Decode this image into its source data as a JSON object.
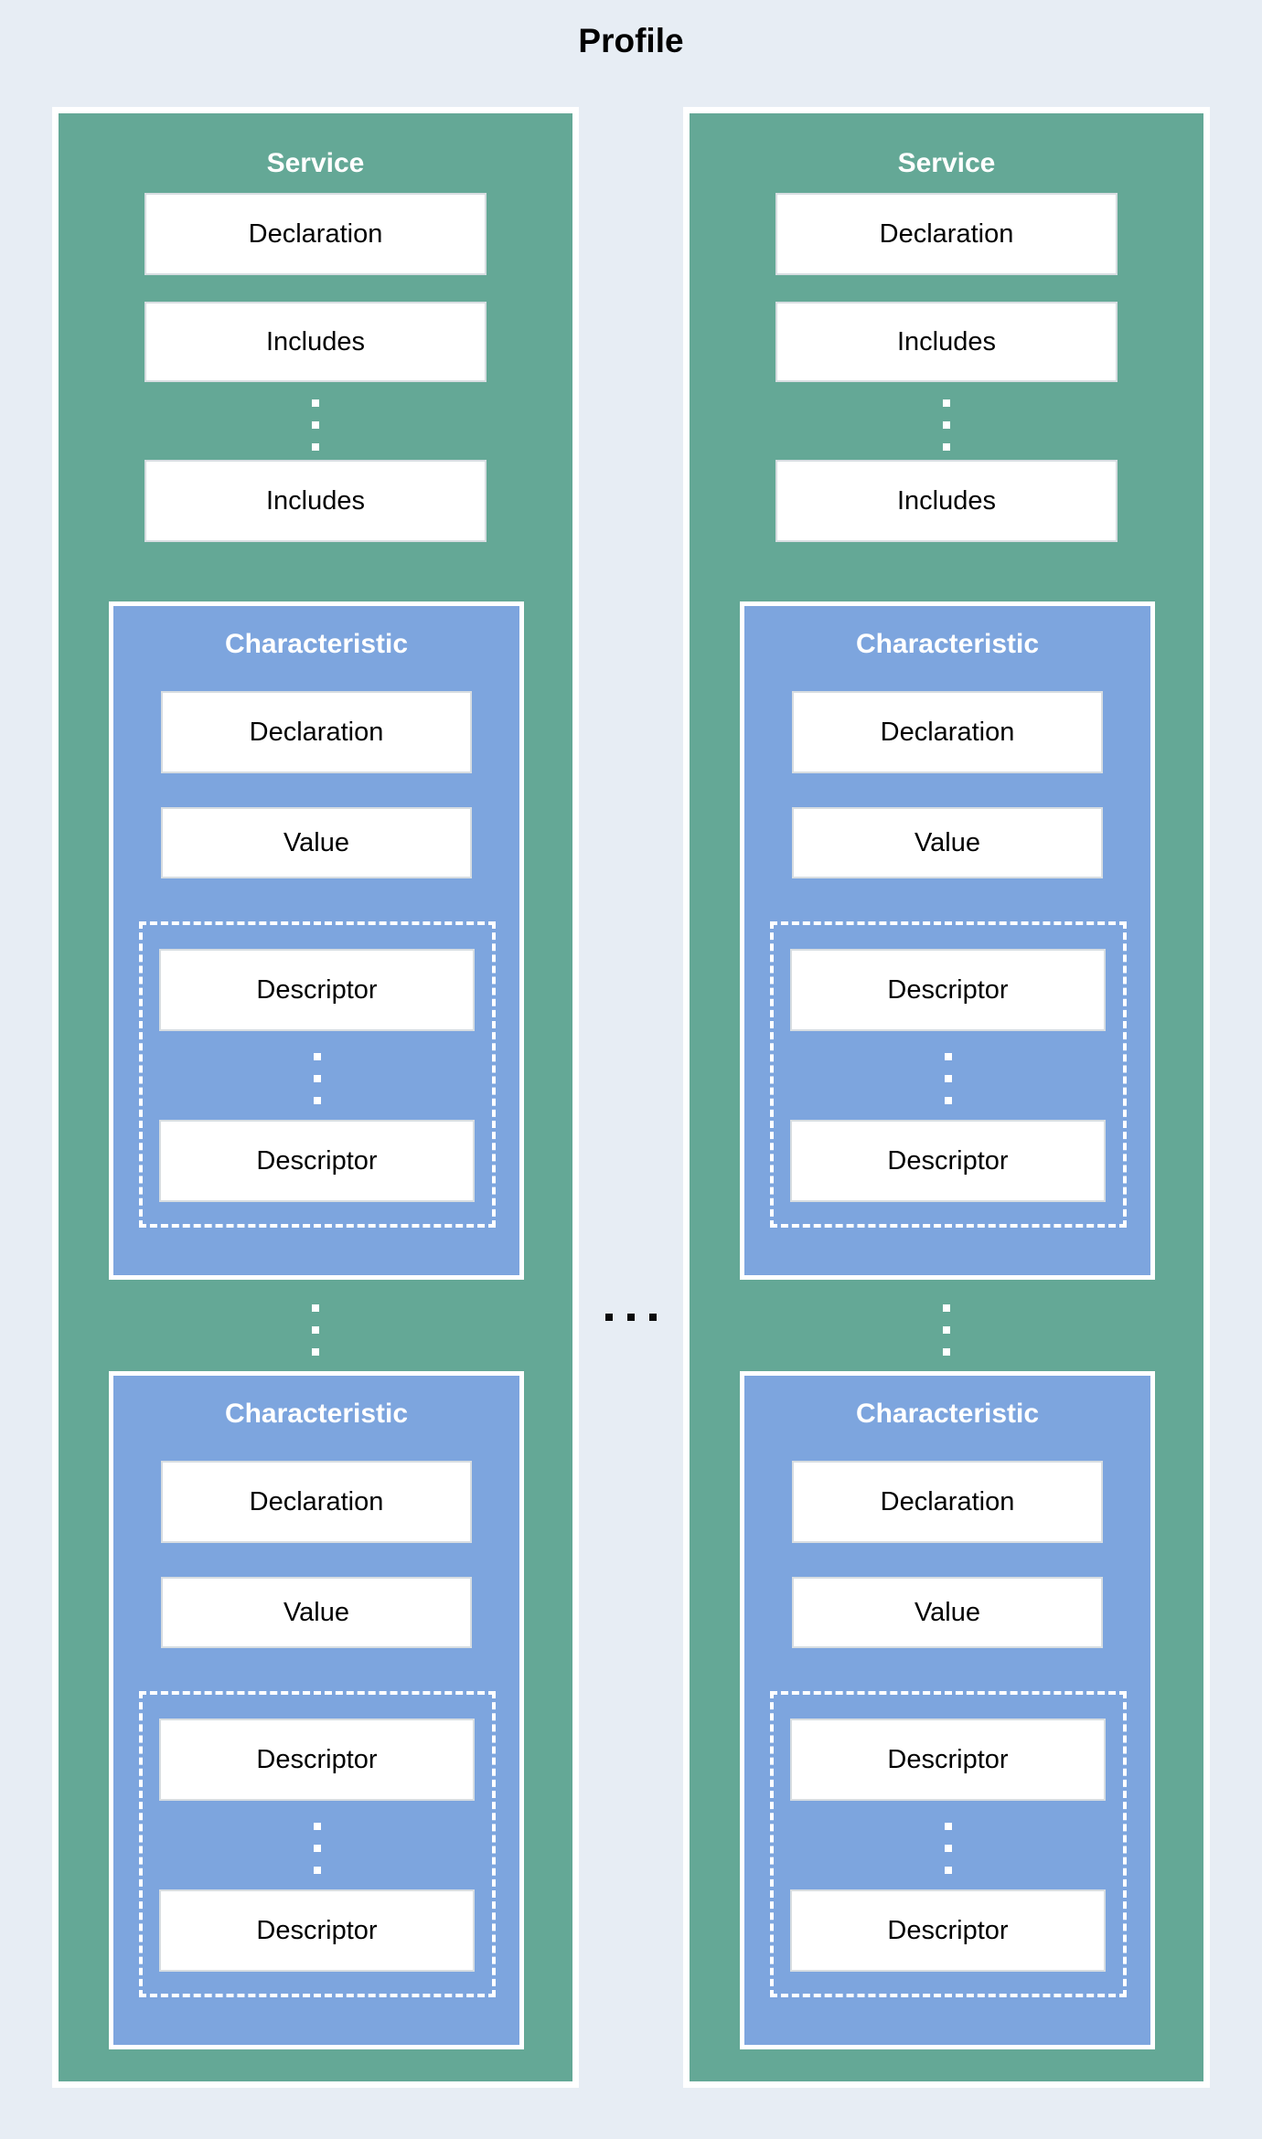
{
  "title": "Profile",
  "colors": {
    "background": "#e7edf4",
    "service_fill": "#64a896",
    "characteristic_fill": "#7da5de",
    "box_fill": "#ffffff",
    "panel_label_text": "#ffffff",
    "box_text": "#000000",
    "border": "#ffffff"
  },
  "services": [
    {
      "label": "Service",
      "declaration": "Declaration",
      "includes": [
        "Includes",
        "Includes"
      ],
      "characteristics": [
        {
          "label": "Characteristic",
          "declaration": "Declaration",
          "value": "Value",
          "descriptors": [
            "Descriptor",
            "Descriptor"
          ]
        },
        {
          "label": "Characteristic",
          "declaration": "Declaration",
          "value": "Value",
          "descriptors": [
            "Descriptor",
            "Descriptor"
          ]
        }
      ]
    },
    {
      "label": "Service",
      "declaration": "Declaration",
      "includes": [
        "Includes",
        "Includes"
      ],
      "characteristics": [
        {
          "label": "Characteristic",
          "declaration": "Declaration",
          "value": "Value",
          "descriptors": [
            "Descriptor",
            "Descriptor"
          ]
        },
        {
          "label": "Characteristic",
          "declaration": "Declaration",
          "value": "Value",
          "descriptors": [
            "Descriptor",
            "Descriptor"
          ]
        }
      ]
    }
  ]
}
